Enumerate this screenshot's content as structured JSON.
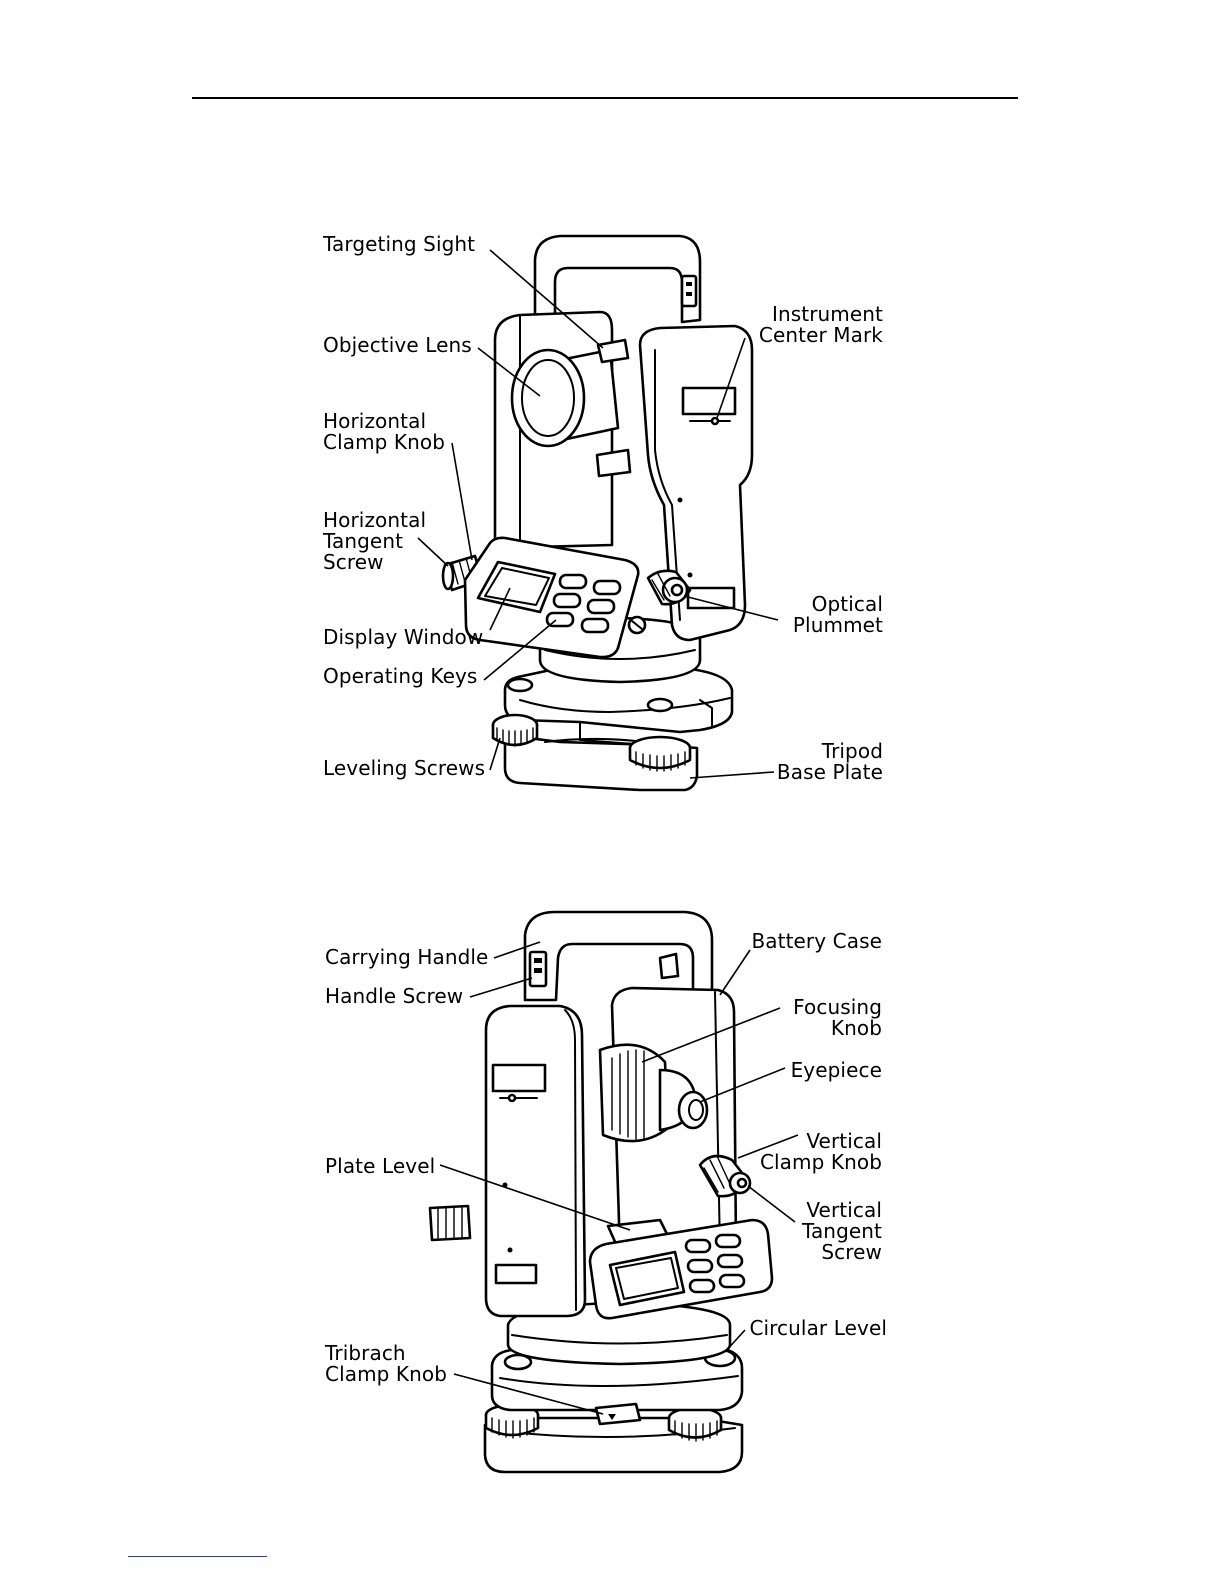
{
  "figure_front": {
    "labels": {
      "targeting_sight": "Targeting Sight",
      "objective_lens": "Objective Lens",
      "horizontal_clamp_knob_1": "Horizontal",
      "horizontal_clamp_knob_2": "Clamp Knob",
      "horizontal_tangent_screw_1": "Horizontal",
      "horizontal_tangent_screw_2": "Tangent",
      "horizontal_tangent_screw_3": "Screw",
      "display_window": "Display Window",
      "operating_keys": "Operating Keys",
      "leveling_screws": "Leveling Screws",
      "instrument_center_mark_1": "Instrument",
      "instrument_center_mark_2": "Center Mark",
      "optical_plummet_1": "Optical",
      "optical_plummet_2": "Plummet",
      "tripod_base_plate_1": "Tripod",
      "tripod_base_plate_2": "Base Plate"
    }
  },
  "figure_back": {
    "labels": {
      "carrying_handle": "Carrying Handle",
      "handle_screw": "Handle Screw",
      "plate_level": "Plate Level",
      "tribrach_clamp_knob_1": "Tribrach",
      "tribrach_clamp_knob_2": "Clamp Knob",
      "battery_case": "Battery Case",
      "focusing_knob_1": "Focusing",
      "focusing_knob_2": "Knob",
      "eyepiece": "Eyepiece",
      "vertical_clamp_knob_1": "Vertical",
      "vertical_clamp_knob_2": "Clamp Knob",
      "vertical_tangent_screw_1": "Vertical",
      "vertical_tangent_screw_2": "Tangent",
      "vertical_tangent_screw_3": "Screw",
      "circular_level": "Circular Level"
    }
  }
}
